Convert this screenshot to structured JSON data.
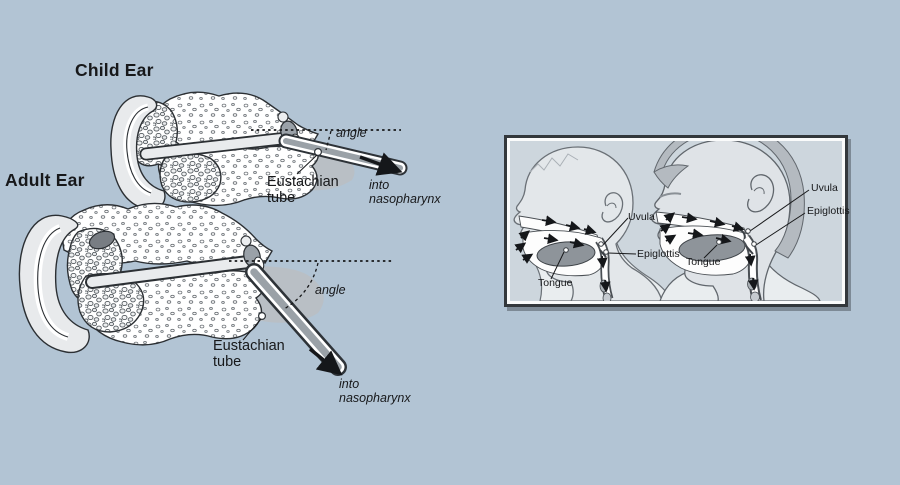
{
  "colors": {
    "page_bg": "#b2c4d4",
    "panel_bg": "#cdd6dd",
    "ink": "#17181a",
    "bone_white": "#ffffff",
    "tube_gray": "#9aa1a7",
    "tongue_gray": "#8e949a",
    "skin_light": "#e3e7ea",
    "skin": "#dfe3e7",
    "hair_gray": "#b4bac0"
  },
  "ear_figures": {
    "child": {
      "title": "Child Ear",
      "angle_label": "angle",
      "tube_label": [
        "Eustachian",
        "tube"
      ],
      "destination_label": [
        "into",
        "nasopharynx"
      ]
    },
    "adult": {
      "title": "Adult Ear",
      "angle_label": "angle",
      "tube_label": [
        "Eustachian",
        "tube"
      ],
      "destination_label": [
        "into",
        "nasopharynx"
      ]
    }
  },
  "throat_panel": {
    "infant_head": {
      "uvula_label": "Uvula",
      "epiglottis_label": "Epiglottis",
      "tongue_label": "Tongue"
    },
    "older_child_head": {
      "uvula_label": "Uvula",
      "epiglottis_label": "Epiglottis",
      "tongue_label": "Tongue"
    }
  }
}
